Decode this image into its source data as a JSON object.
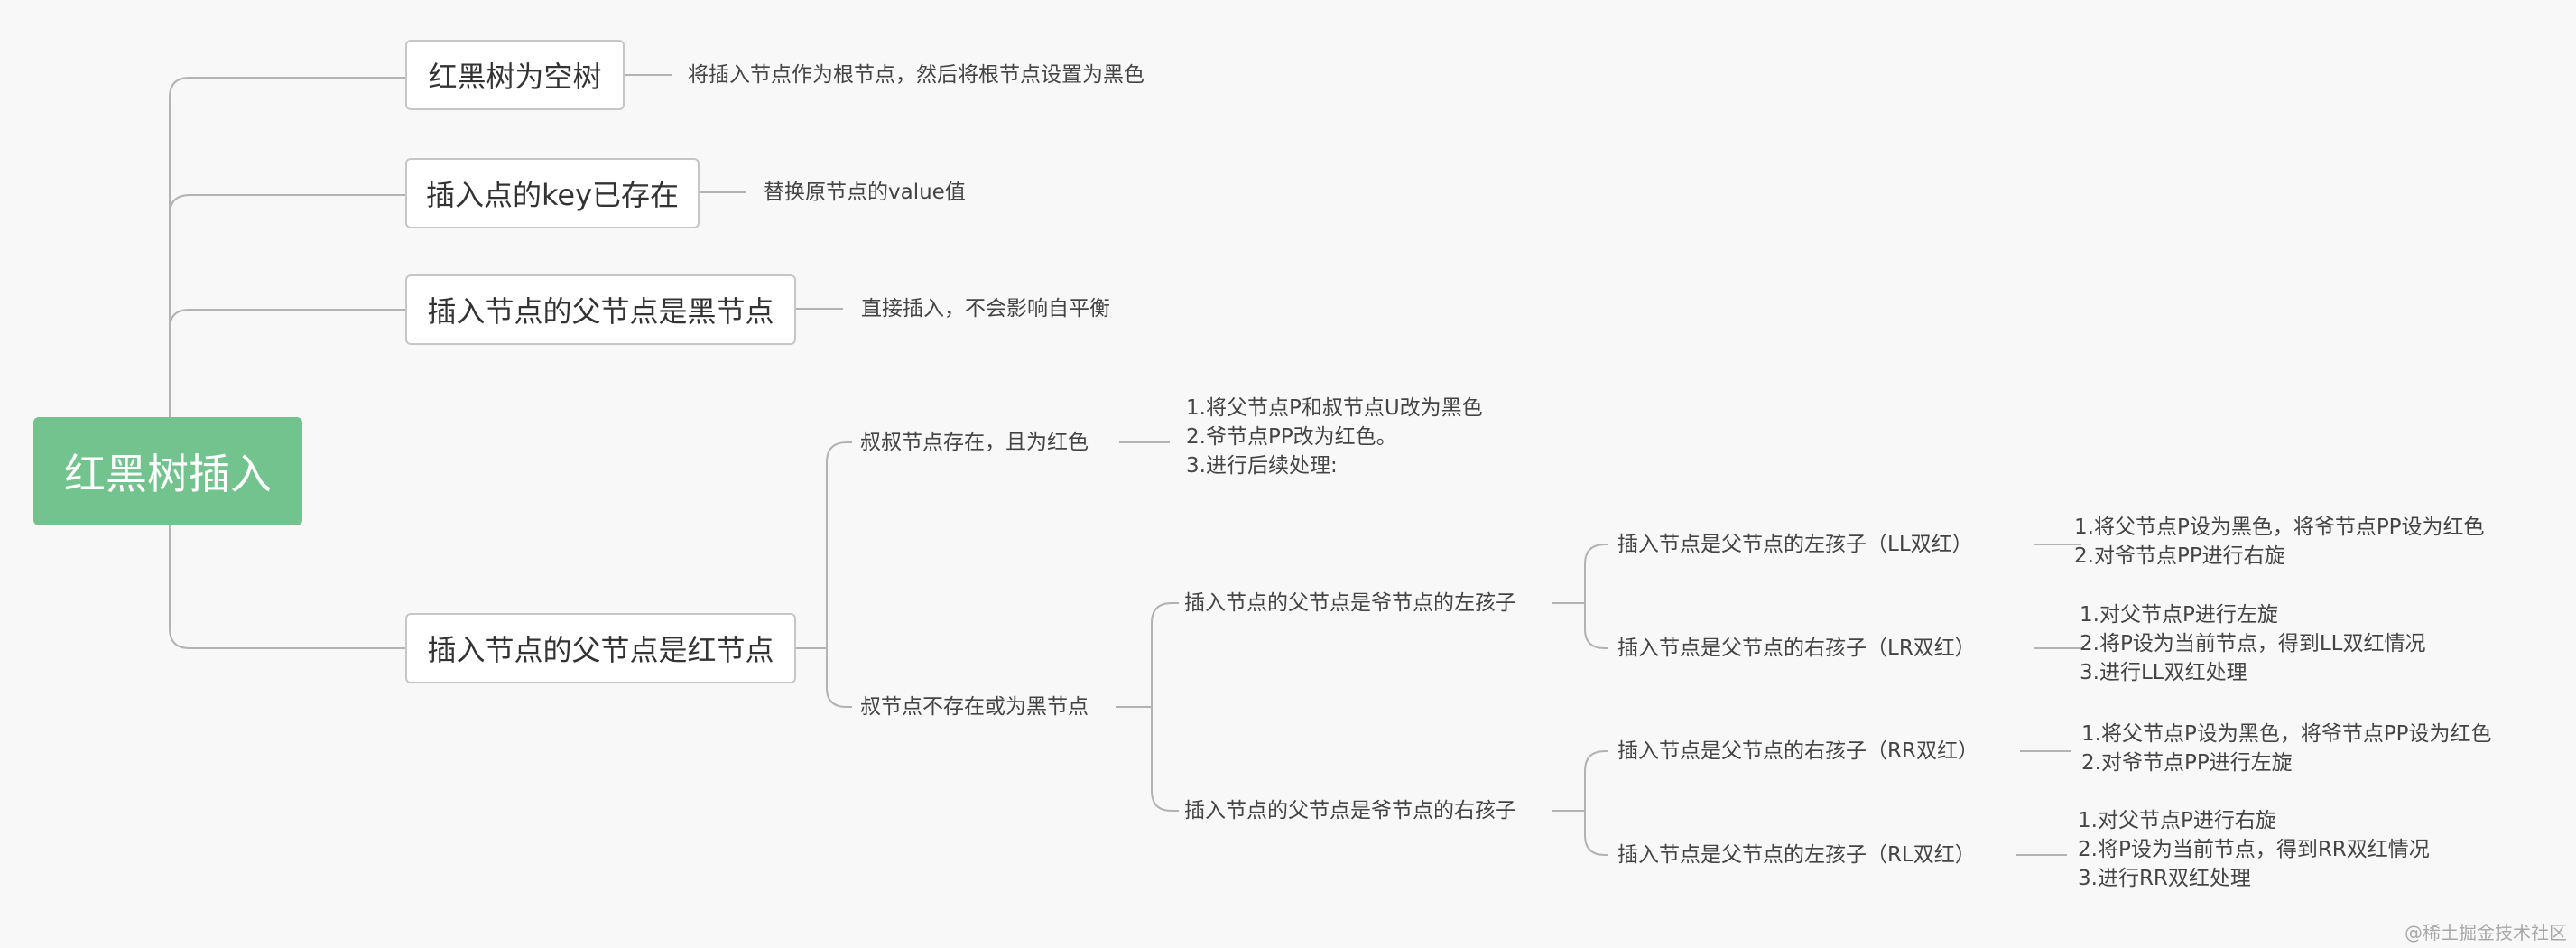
{
  "root": {
    "label": "红黑树插入"
  },
  "cases": {
    "empty": {
      "label": "红黑树为空树",
      "action": "将插入节点作为根节点，然后将根节点设置为黑色"
    },
    "key_exists": {
      "label": "插入点的key已存在",
      "action": "替换原节点的value值"
    },
    "parent_black": {
      "label": "插入节点的父节点是黑节点",
      "action": "直接插入，不会影响自平衡"
    },
    "parent_red": {
      "label": "插入节点的父节点是红节点",
      "uncle_red": {
        "label": "叔叔节点存在，且为红色",
        "steps": [
          "1.将父节点P和叔节点U改为黑色",
          "2.爷节点PP改为红色。",
          "3.进行后续处理:"
        ]
      },
      "uncle_black": {
        "label": "叔节点不存在或为黑节点",
        "left": {
          "label": "插入节点的父节点是爷节点的左孩子",
          "ll": {
            "label": "插入节点是父节点的左孩子（LL双红）",
            "steps": [
              "1.将父节点P设为黑色，将爷节点PP设为红色",
              "2.对爷节点PP进行右旋"
            ]
          },
          "lr": {
            "label": "插入节点是父节点的右孩子（LR双红）",
            "steps": [
              "1.对父节点P进行左旋",
              "2.将P设为当前节点，得到LL双红情况",
              "3.进行LL双红处理"
            ]
          }
        },
        "right": {
          "label": "插入节点的父节点是爷节点的右孩子",
          "rr": {
            "label": "插入节点是父节点的右孩子（RR双红）",
            "steps": [
              "1.将父节点P设为黑色，将爷节点PP设为红色",
              "2.对爷节点PP进行左旋"
            ]
          },
          "rl": {
            "label": "插入节点是父节点的左孩子（RL双红）",
            "steps": [
              "1.对父节点P进行右旋",
              "2.将P设为当前节点，得到RR双红情况",
              "3.进行RR双红处理"
            ]
          }
        }
      }
    }
  },
  "watermark": "@稀土掘金技术社区",
  "colors": {
    "root_fill": "#72c38d",
    "line": "#b3b3b3",
    "background": "#f8f8f8"
  }
}
